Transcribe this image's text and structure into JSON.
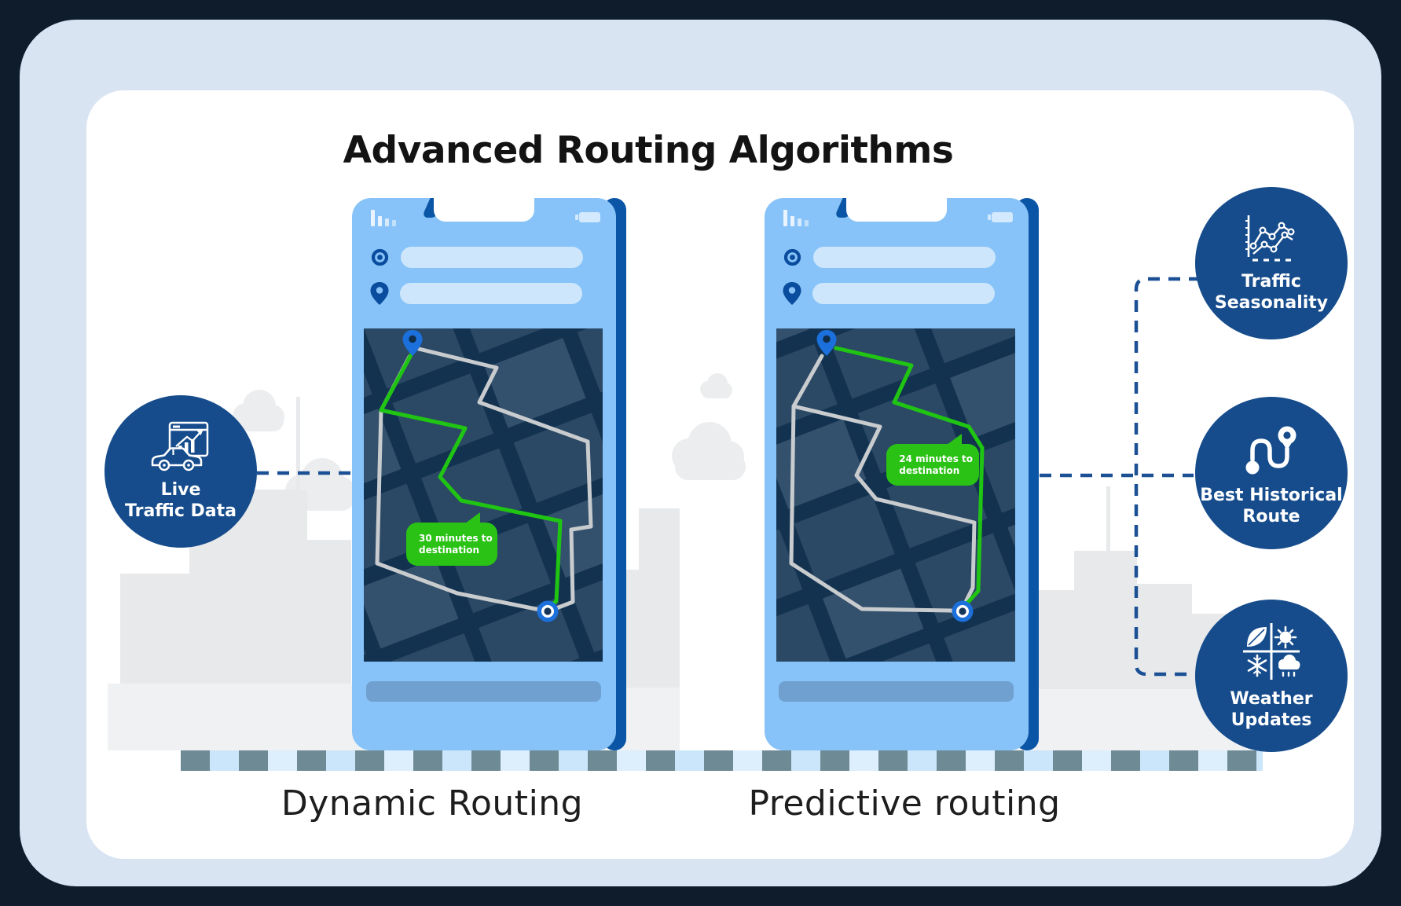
{
  "title": "Advanced Routing Algorithms",
  "phones": {
    "left": {
      "caption": "Dynamic Routing",
      "bubble": {
        "line1": "30 minutes to",
        "line2": "destination"
      }
    },
    "right": {
      "caption": "Predictive routing",
      "bubble": {
        "line1": "24 minutes to",
        "line2": "destination"
      }
    }
  },
  "badges": {
    "live_traffic": {
      "line1": "Live",
      "line2": "Traffic Data",
      "icon": "car-analytics-icon"
    },
    "traffic_seasonality": {
      "line1": "Traffic",
      "line2": "Seasonality",
      "icon": "line-chart-icon"
    },
    "best_historical_route": {
      "line1": "Best Historical",
      "line2": "Route",
      "icon": "route-icon"
    },
    "weather_updates": {
      "line1": "Weather",
      "line2": "Updates",
      "icon": "weather-icon"
    }
  },
  "colors": {
    "badge_blue": "#164C8C",
    "phone_blue": "#87C3F8",
    "phone_edge_blue": "#0A55A6",
    "map_navy": "#123250",
    "route_green": "#20C513",
    "route_gray": "#C9CCCE",
    "bubble_green": "#2AC214",
    "connector_blue": "#1C5095",
    "crosswalk_dark": "#6E8B95",
    "crosswalk_light": "#CBE6FB"
  }
}
